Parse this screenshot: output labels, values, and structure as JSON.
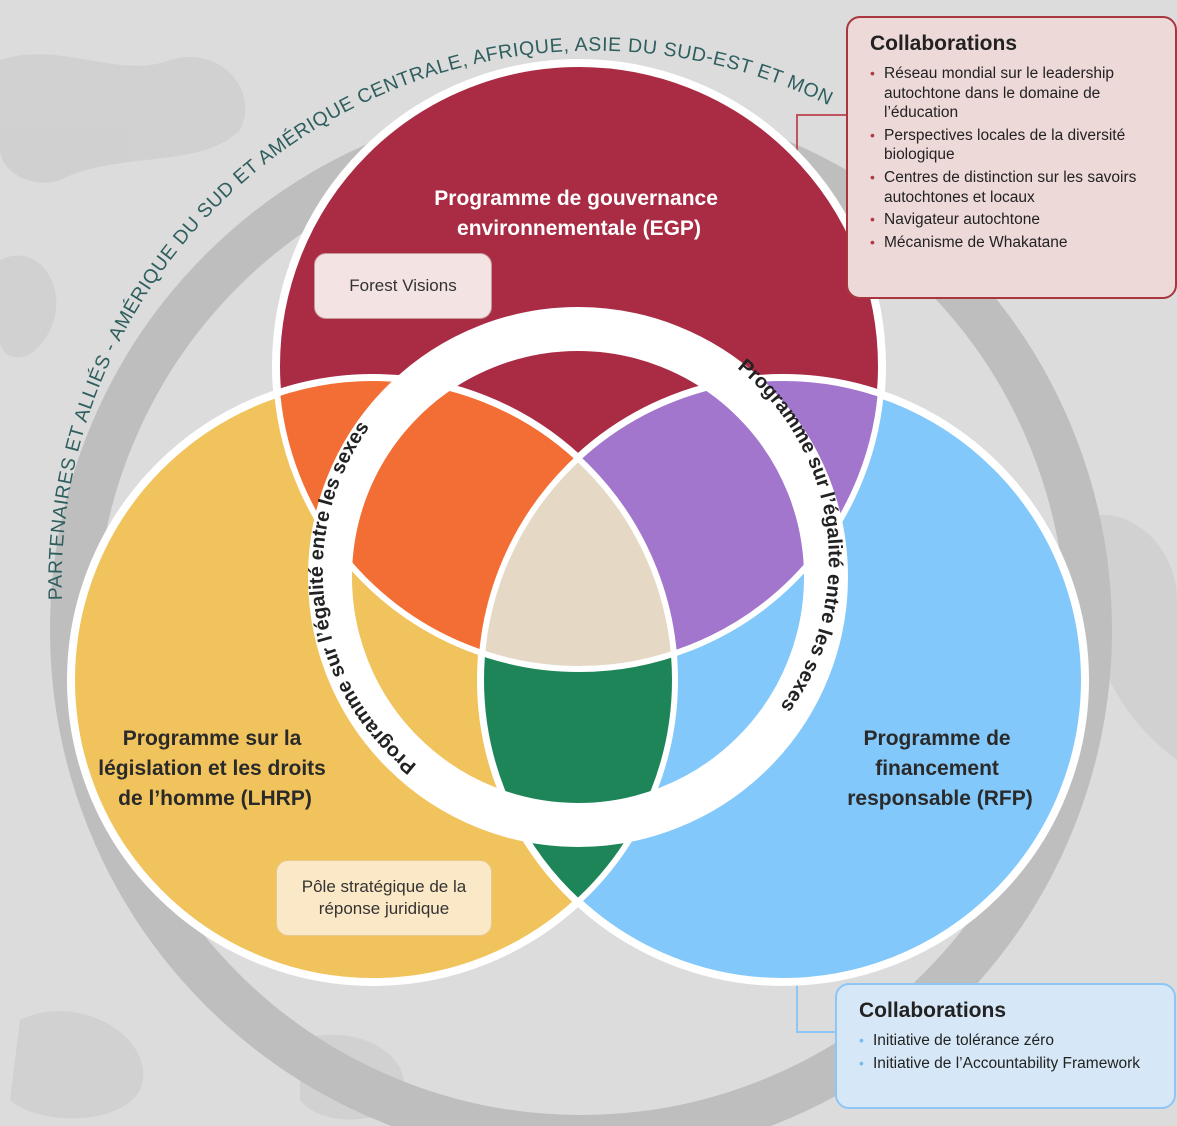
{
  "partners_ring_text": "PARTENAIRES ET ALLIÉS - AMÉRIQUE DU SUD ET AMÉRIQUE CENTRALE, AFRIQUE, ASIE DU SUD-EST ET MONDE",
  "circles": {
    "egp": {
      "label_lines": [
        "Programme de gouvernance",
        "environnementale (EGP)"
      ],
      "color": "#a92c44"
    },
    "lhrp": {
      "label_lines": [
        "Programme sur la",
        "législation et les droits",
        "de l’homme (LHRP)"
      ],
      "color": "#f0c35c"
    },
    "rfp": {
      "label_lines": [
        "Programme de",
        "financement",
        "responsable (RFP)"
      ],
      "color": "#82c8fa"
    }
  },
  "overlap_colors": {
    "egp_lhrp": "#f26e34",
    "egp_rfp": "#a276cc",
    "lhrp_rfp": "#1e8558",
    "center": "#e5d9c6"
  },
  "gender_ring": {
    "left_text": "Programme sur l’égalité entre les sexes",
    "right_text": "Programme sur l’égalité entre les sexes"
  },
  "initiatives": {
    "forest_visions": "Forest Visions",
    "pole_line1": "Pôle stratégique de la",
    "pole_line2": "réponse juridique"
  },
  "collab_egp": {
    "title": "Collaborations",
    "items": [
      "Réseau mondial sur le leadership autochtone dans le domaine de l’éducation",
      "Perspectives locales de la diversité biologique",
      "Centres de distinction sur les savoirs autochtones et locaux",
      "Navigateur autochtone",
      "Mécanisme de Whakatane"
    ]
  },
  "collab_rfp": {
    "title": "Collaborations",
    "items": [
      "Initiative de tolérance zéro",
      "Initiative de l’Accountability Framework"
    ]
  }
}
